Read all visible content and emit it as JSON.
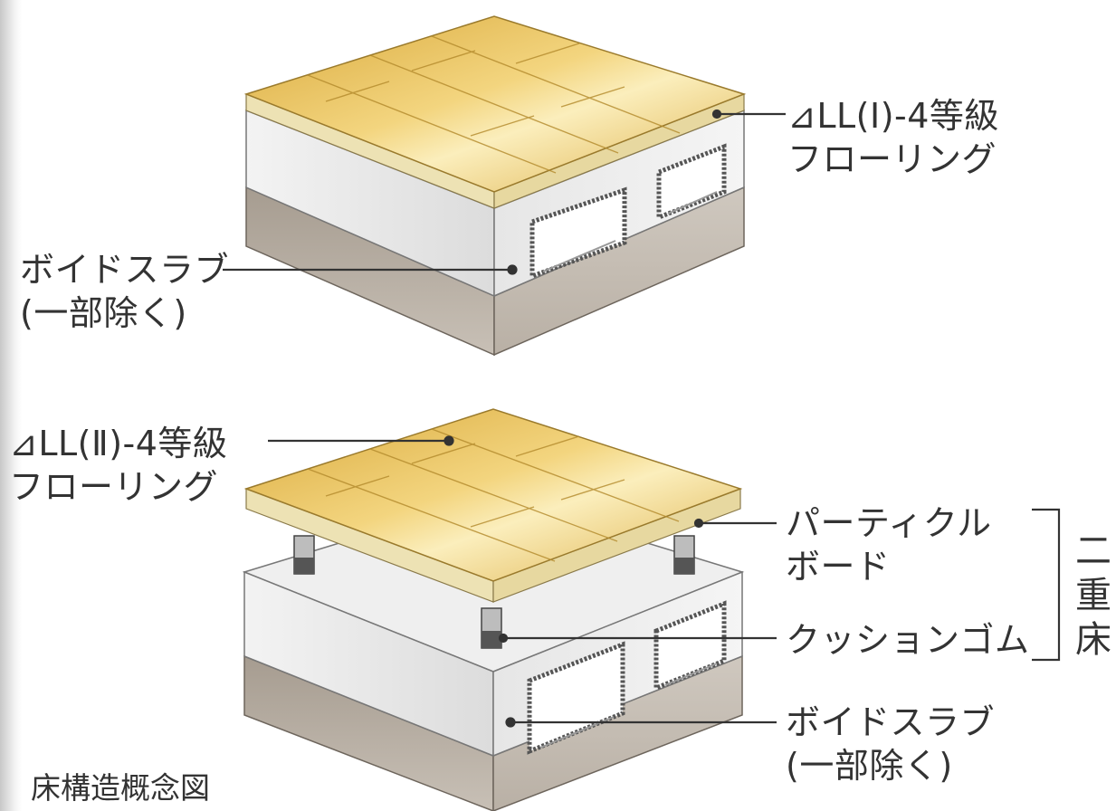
{
  "top_diagram": {
    "flooring_label": {
      "line1": "⊿LL(Ⅰ)-4等級",
      "line2": "フローリング"
    },
    "slab_label": {
      "line1": "ボイドスラブ",
      "line2": "(一部除く)"
    }
  },
  "bottom_diagram": {
    "flooring_label": {
      "line1": "⊿LL(Ⅱ)-4等級",
      "line2": "フローリング"
    },
    "particle_board_label": {
      "line1": "パーティクル",
      "line2": "ボード"
    },
    "cushion_rubber_label": "クッションゴム",
    "slab_label": {
      "line1": "ボイドスラブ",
      "line2": "(一部除く)"
    },
    "double_floor_bracket": [
      "二",
      "重",
      "床"
    ]
  },
  "caption": "床構造概念図",
  "colors": {
    "wood": "#e2b84e",
    "wood_light": "#f6df96",
    "board": "#ede2b4",
    "concrete": "#ecebeb",
    "slab_base": "#b7aea4",
    "line": "#333333"
  }
}
